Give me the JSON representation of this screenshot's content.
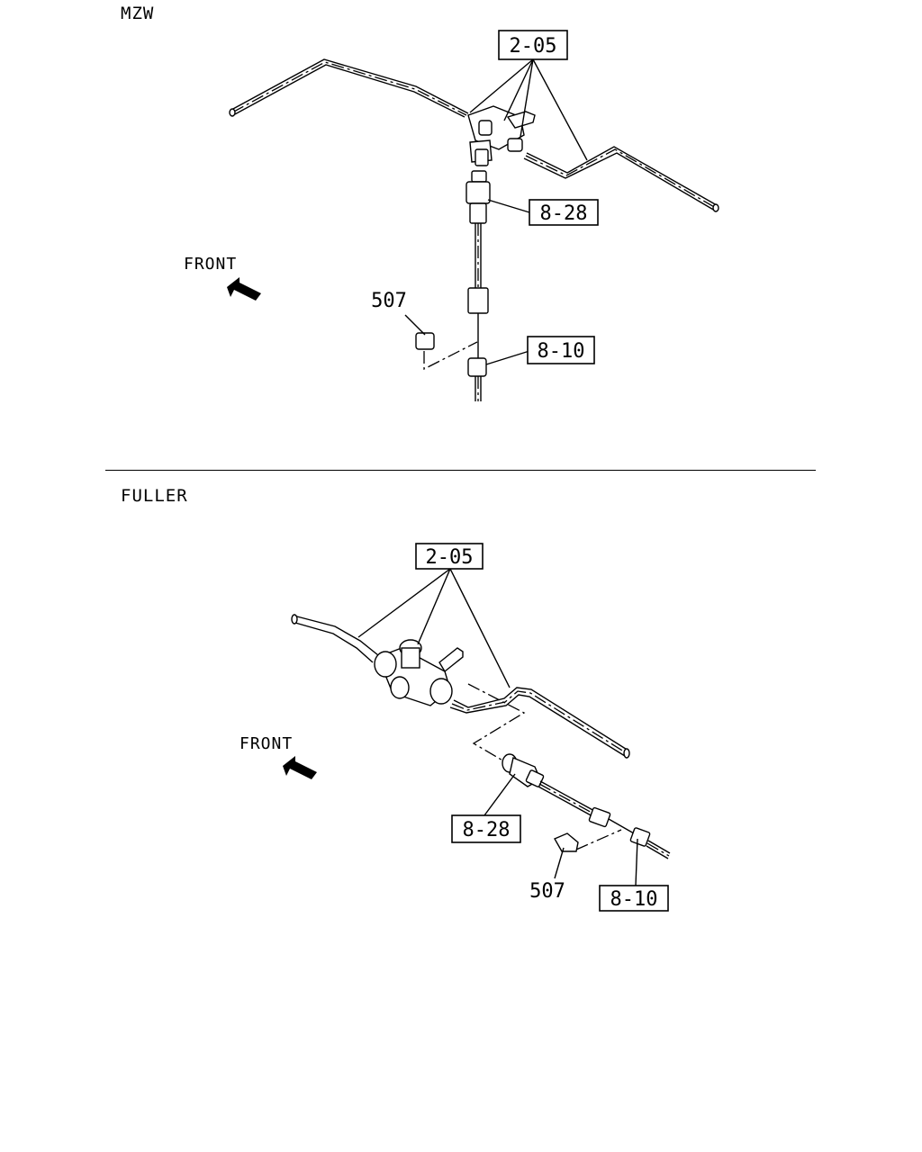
{
  "sections": [
    {
      "variant": "MZW",
      "callouts": {
        "junction": "2-05",
        "sensor": "8-28",
        "clip_plain": "507",
        "clip_boxed": "8-10"
      },
      "front_label": "FRONT"
    },
    {
      "variant": "FULLER",
      "callouts": {
        "junction": "2-05",
        "sensor": "8-28",
        "clip_plain": "507",
        "clip_boxed": "8-10"
      },
      "front_label": "FRONT"
    }
  ]
}
